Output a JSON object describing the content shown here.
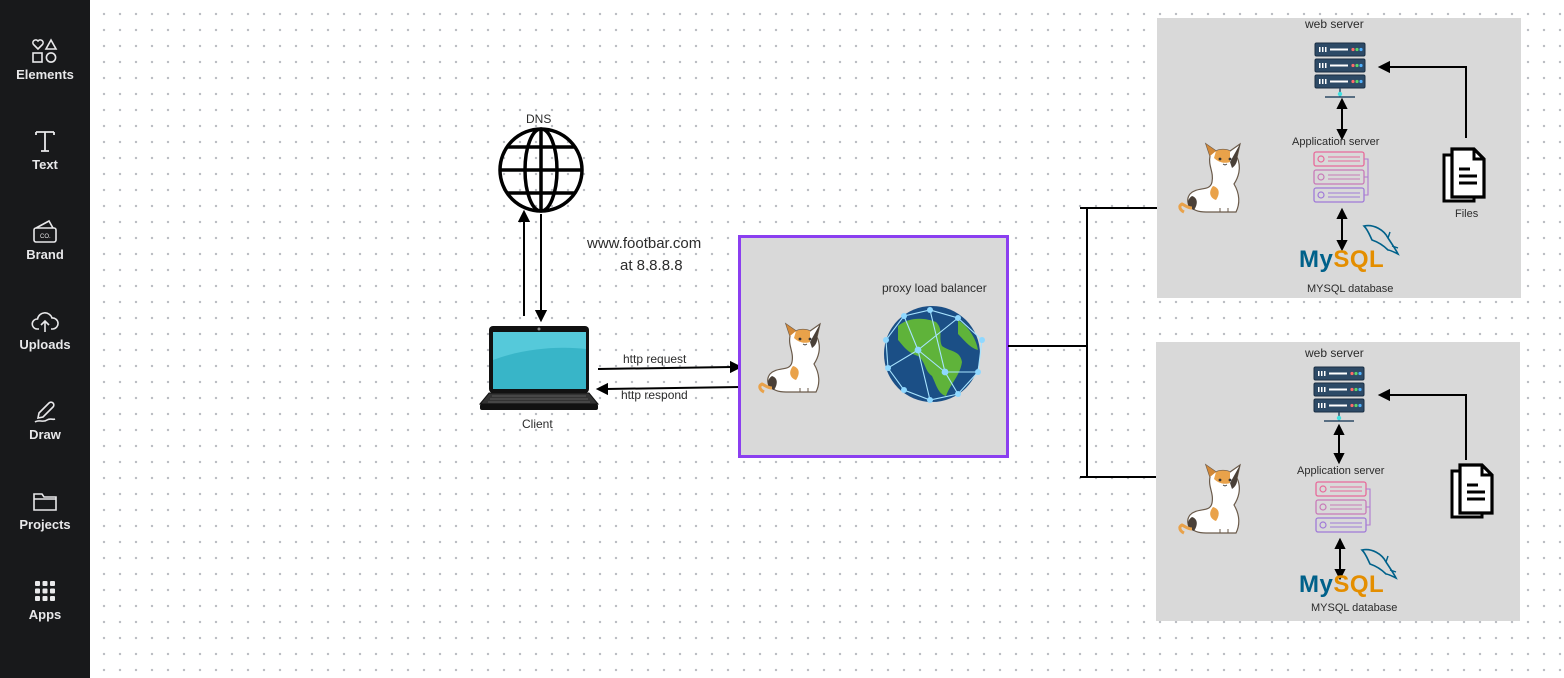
{
  "sidebar": {
    "items": [
      {
        "label": "Elements",
        "icon": "elements-icon"
      },
      {
        "label": "Text",
        "icon": "text-icon"
      },
      {
        "label": "Brand",
        "icon": "brand-icon"
      },
      {
        "label": "Uploads",
        "icon": "upload-cloud-icon"
      },
      {
        "label": "Draw",
        "icon": "draw-pen-icon"
      },
      {
        "label": "Projects",
        "icon": "folder-icon"
      },
      {
        "label": "Apps",
        "icon": "apps-grid-icon"
      }
    ]
  },
  "diagram": {
    "dns_label": "DNS",
    "domain_line1": "www.footbar.com",
    "domain_line2": "at 8.8.8.8",
    "client_label": "Client",
    "http_request": "http request",
    "http_respond": "http respond",
    "load_balancer_label": "proxy load balancer",
    "servers": [
      {
        "web_server": "web server",
        "app_server": "Application  server",
        "db_logo": "MySQL",
        "db_label": "MYSQL database",
        "files_label": "Files"
      },
      {
        "web_server": "web server",
        "app_server": "Application  server",
        "db_logo": "MySQL",
        "db_label": "MYSQL database",
        "files_label": ""
      }
    ]
  },
  "colors": {
    "sidebar_bg": "#18191b",
    "lb_border": "#8b3ff0",
    "panel_bg": "#d9d9d9",
    "mysql_blue": "#00618a",
    "mysql_orange": "#e48e00"
  }
}
